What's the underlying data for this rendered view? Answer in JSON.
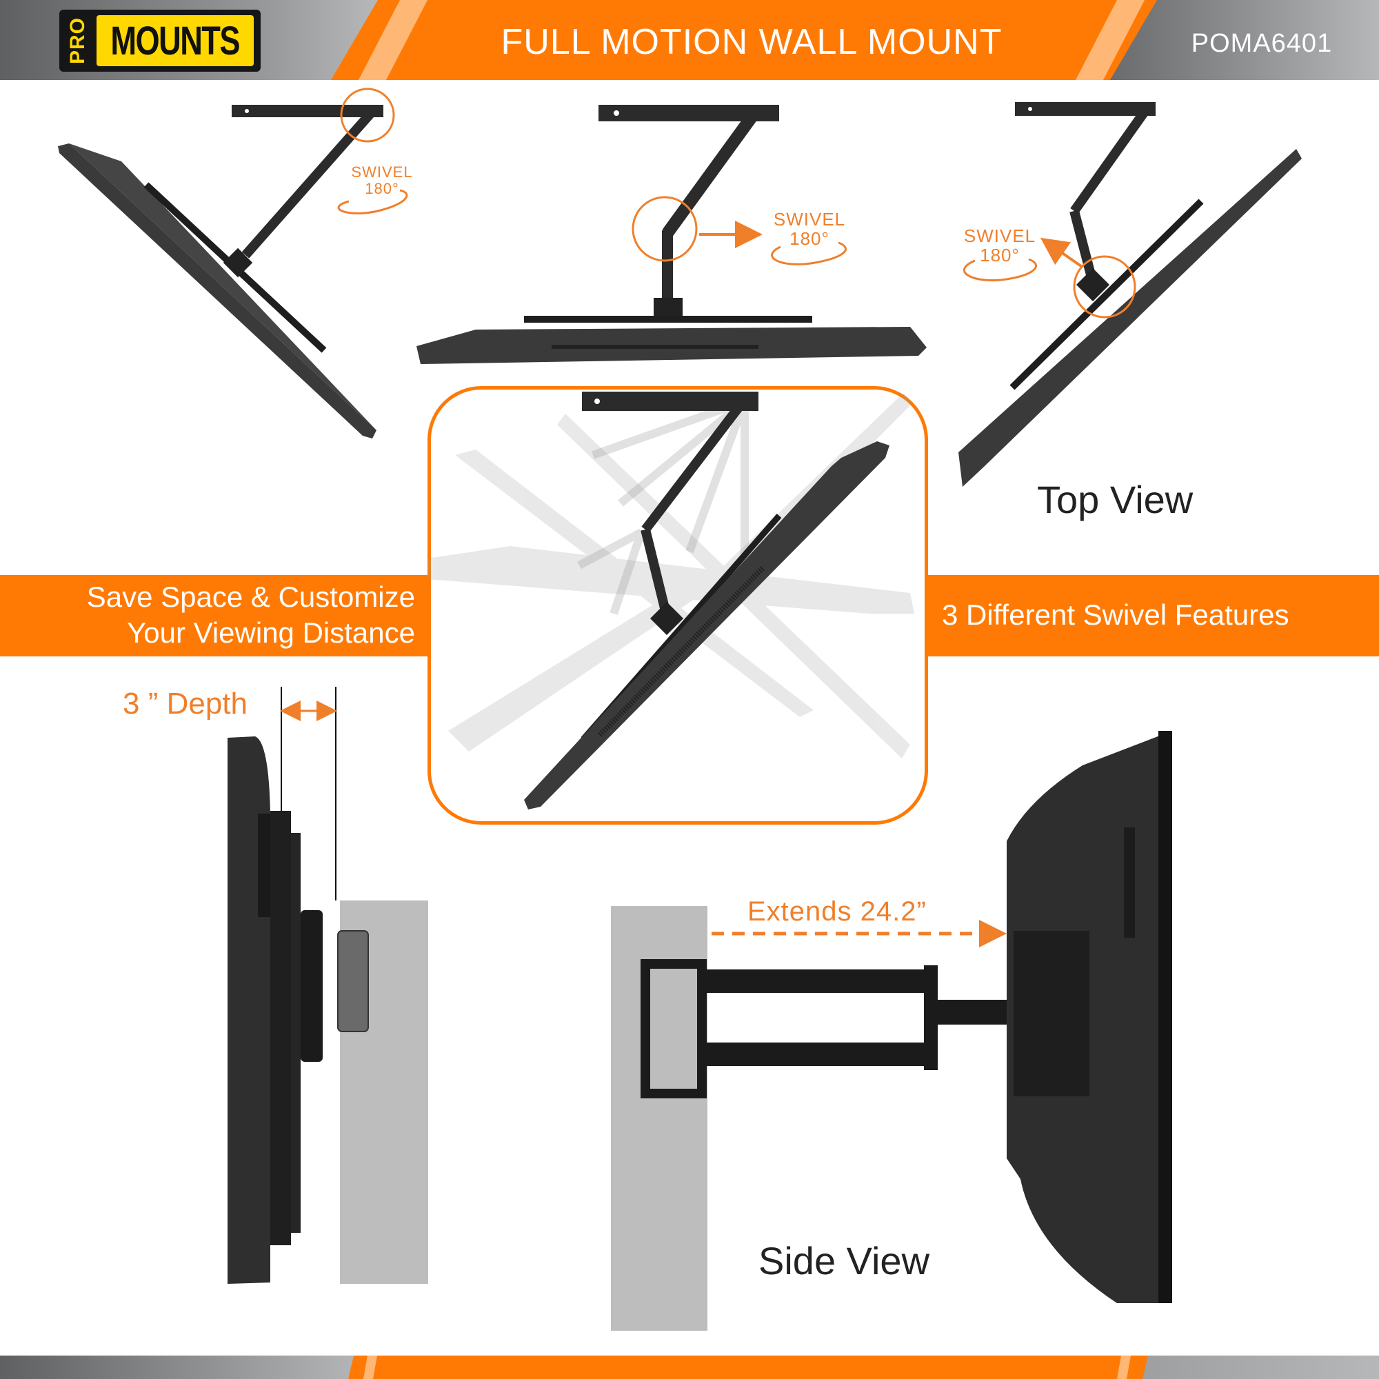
{
  "header": {
    "brand_logo": {
      "top_word": "PRO",
      "main_word": "MOUNTS"
    },
    "title": "FULL MOTION WALL MOUNT",
    "model_number": "POMA6401"
  },
  "top_view": {
    "label": "Top View",
    "swivel_callouts": [
      {
        "title": "SWIVEL",
        "angle": "180°",
        "position": "wall-plate joint"
      },
      {
        "title": "SWIVEL",
        "angle": "180°",
        "position": "arm elbow joint"
      },
      {
        "title": "SWIVEL",
        "angle": "180°",
        "position": "tv bracket joint"
      }
    ]
  },
  "banners": {
    "left": {
      "line1": "Save Space & Customize",
      "line2": "Your Viewing Distance"
    },
    "right": {
      "text": "3 Different Swivel Features"
    }
  },
  "depth_view": {
    "label": "3 ” Depth"
  },
  "side_view": {
    "label": "Side View",
    "extension_label": "Extends  24.2”"
  },
  "colors": {
    "accent_orange": "#ff7a05",
    "light_orange": "#ffb776",
    "annotation_orange": "#f07f2a",
    "logo_yellow": "#ffd800",
    "header_gray": "#8c8d8f",
    "wall_gray": "#bdbdbd",
    "tv_dark": "#2e2e2e"
  }
}
